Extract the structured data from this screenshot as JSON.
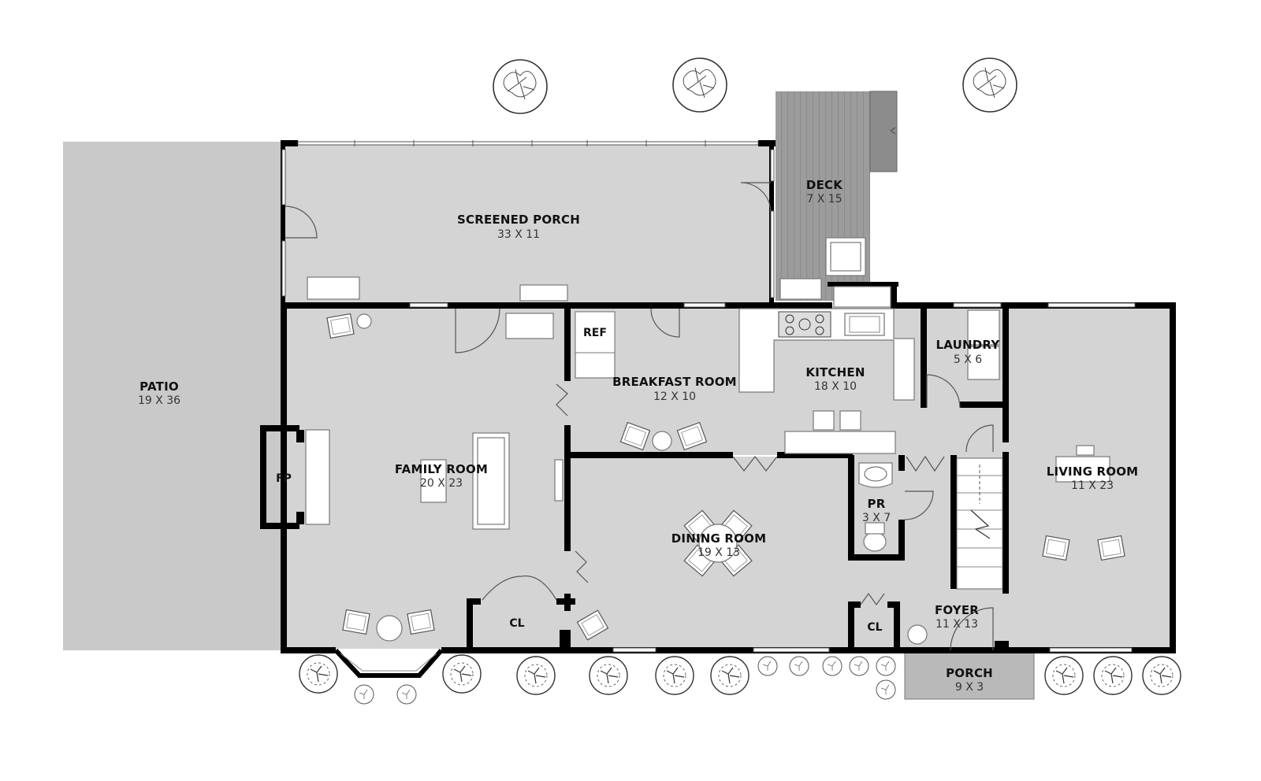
{
  "rooms": {
    "screened_porch": {
      "name": "SCREENED PORCH",
      "dims": "33 X 11"
    },
    "deck": {
      "name": "DECK",
      "dims": "7 X 15"
    },
    "patio": {
      "name": "PATIO",
      "dims": "19 X 36"
    },
    "family_room": {
      "name": "FAMILY ROOM",
      "dims": "20 X 23"
    },
    "breakfast_room": {
      "name": "BREAKFAST ROOM",
      "dims": "12 X 10"
    },
    "kitchen": {
      "name": "KITCHEN",
      "dims": "18 X 10"
    },
    "laundry": {
      "name": "LAUNDRY",
      "dims": "5 X 6"
    },
    "living_room": {
      "name": "LIVING ROOM",
      "dims": "11 X 23"
    },
    "dining_room": {
      "name": "DINING ROOM",
      "dims": "19 X 13"
    },
    "powder_room": {
      "name": "PR",
      "dims": "3 X 7"
    },
    "foyer": {
      "name": "FOYER",
      "dims": "11 X 13"
    },
    "porch": {
      "name": "PORCH",
      "dims": "9 X 3"
    }
  },
  "labels": {
    "fireplace": "FP",
    "refrigerator": "REF",
    "closet_family": "CL",
    "closet_foyer": "CL"
  },
  "colors": {
    "floor": "#d4d4d4",
    "patio": "#c9c9c9",
    "deck": "#9a9a9a",
    "wall": "#000000"
  }
}
